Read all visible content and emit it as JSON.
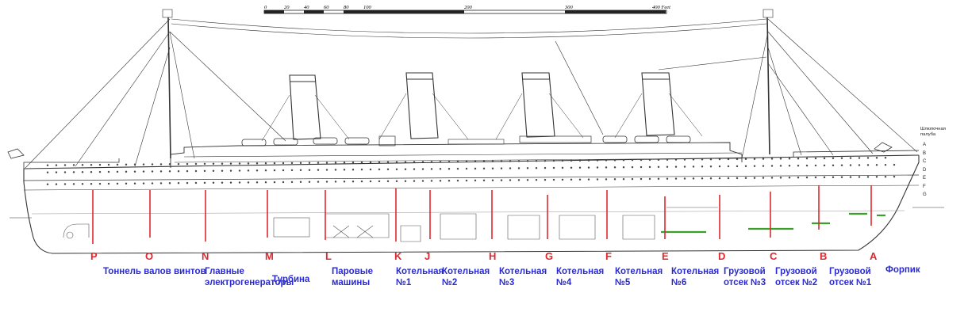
{
  "scale_bar": {
    "ticks": [
      "0",
      "20",
      "40",
      "60",
      "80",
      "100",
      "200",
      "300",
      "400 Feet"
    ]
  },
  "deck_note": "Шлюпочная палуба",
  "deck_letters": [
    "A",
    "B",
    "C",
    "D",
    "E",
    "F",
    "G"
  ],
  "bulkhead_letters": [
    "P",
    "O",
    "N",
    "M",
    "L",
    "K",
    "J",
    "H",
    "G",
    "F",
    "E",
    "D",
    "C",
    "B",
    "A"
  ],
  "compartments": [
    {
      "line1": "Тоннель валов винтов",
      "line2": ""
    },
    {
      "line1": "Главные",
      "line2": "электрогенераторы"
    },
    {
      "line1": "Турбина",
      "line2": ""
    },
    {
      "line1": "Паровые",
      "line2": "машины"
    },
    {
      "line1": "Котельная",
      "line2": "№1"
    },
    {
      "line1": "Котельная",
      "line2": "№2"
    },
    {
      "line1": "Котельная",
      "line2": "№3"
    },
    {
      "line1": "Котельная",
      "line2": "№4"
    },
    {
      "line1": "Котельная",
      "line2": "№5"
    },
    {
      "line1": "Котельная",
      "line2": "№6"
    },
    {
      "line1": "Грузовой",
      "line2": "отсек №3"
    },
    {
      "line1": "Грузовой",
      "line2": "отсек №2"
    },
    {
      "line1": "Грузовой",
      "line2": "отсек №1"
    },
    {
      "line1": "Форпик",
      "line2": ""
    }
  ],
  "colors": {
    "bulkhead": "#e0282e",
    "label": "#2a2ad0",
    "flooding": "#3aa02a",
    "drawing": "#333333"
  }
}
